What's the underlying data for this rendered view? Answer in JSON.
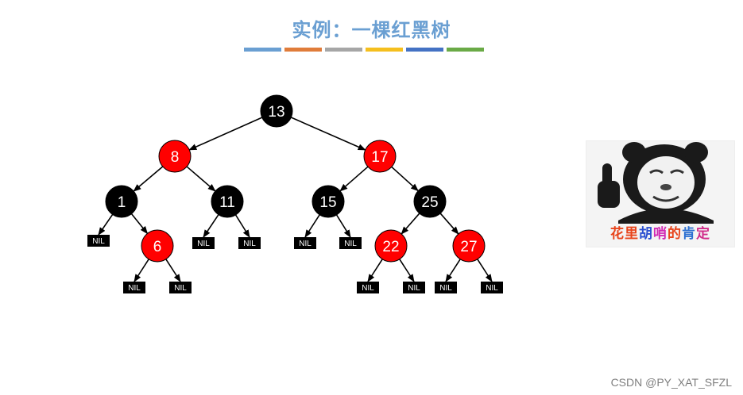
{
  "title": "实例：一棵红黑树",
  "bar_colors": [
    "#6a9fd2",
    "#e07c3a",
    "#a6a6a6",
    "#f5bf1e",
    "#4472c4",
    "#6aaa46"
  ],
  "tree": {
    "nil_label": "NIL",
    "colors": {
      "red": "#ff0000",
      "black": "#000000"
    },
    "nodes": [
      {
        "id": "n13",
        "key": "13",
        "color": "black",
        "left": "n8",
        "right": "n17"
      },
      {
        "id": "n8",
        "key": "8",
        "color": "red",
        "left": "n1",
        "right": "n11"
      },
      {
        "id": "n17",
        "key": "17",
        "color": "red",
        "left": "n15",
        "right": "n25"
      },
      {
        "id": "n1",
        "key": "1",
        "color": "black",
        "left": "NIL",
        "right": "n6"
      },
      {
        "id": "n11",
        "key": "11",
        "color": "black",
        "left": "NIL",
        "right": "NIL"
      },
      {
        "id": "n15",
        "key": "15",
        "color": "black",
        "left": "NIL",
        "right": "NIL"
      },
      {
        "id": "n25",
        "key": "25",
        "color": "black",
        "left": "n22",
        "right": "n27"
      },
      {
        "id": "n6",
        "key": "6",
        "color": "red",
        "left": "NIL",
        "right": "NIL"
      },
      {
        "id": "n22",
        "key": "22",
        "color": "red",
        "left": "NIL",
        "right": "NIL"
      },
      {
        "id": "n27",
        "key": "27",
        "color": "red",
        "left": "NIL",
        "right": "NIL"
      }
    ]
  },
  "meme": {
    "icon": "panda-thumbs-up-icon",
    "caption_chars": [
      {
        "ch": "花",
        "color": "#e8431a"
      },
      {
        "ch": "里",
        "color": "#e8431a"
      },
      {
        "ch": "胡",
        "color": "#2b4fd1"
      },
      {
        "ch": "哨",
        "color": "#d12bb4"
      },
      {
        "ch": "的",
        "color": "#e8431a"
      },
      {
        "ch": "肯",
        "color": "#2b6fd1"
      },
      {
        "ch": "定",
        "color": "#d12b8a"
      }
    ]
  },
  "footer": "CSDN @PY_XAT_SFZL"
}
